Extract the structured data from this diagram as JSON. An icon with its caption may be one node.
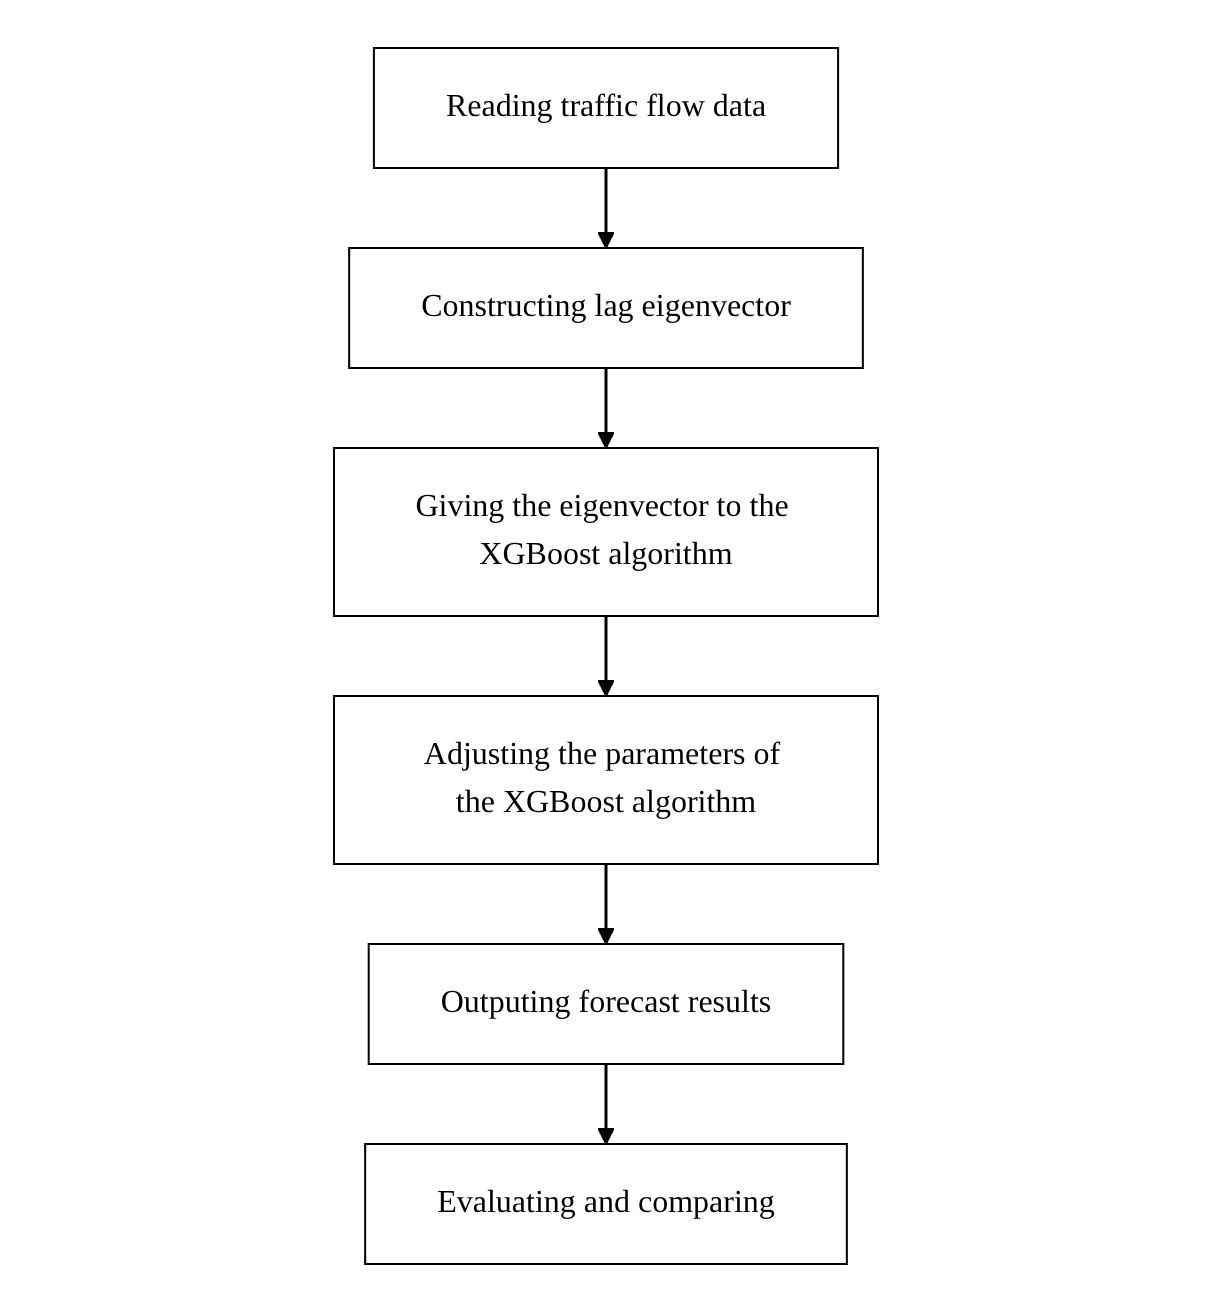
{
  "diagram": {
    "nodes": [
      {
        "text": [
          "Reading traffic flow data"
        ]
      },
      {
        "text": [
          "Constructing lag eigenvector"
        ]
      },
      {
        "text": [
          "Giving the eigenvector to the XGBoost algorithm"
        ]
      },
      {
        "text": [
          "Adjusting the parameters of the XGBoost algorithm"
        ]
      },
      {
        "text": [
          "Outputing forecast results"
        ]
      },
      {
        "text": [
          "Evaluating and comparing"
        ]
      }
    ],
    "edges": [
      {
        "from": 0,
        "to": 1,
        "arrow": "to"
      },
      {
        "from": 1,
        "to": 2,
        "arrow": "to"
      },
      {
        "from": 2,
        "to": 3,
        "arrow": "to"
      },
      {
        "from": 3,
        "to": 4,
        "arrow": "to"
      },
      {
        "from": 4,
        "to": 5,
        "arrow": "to"
      }
    ]
  }
}
